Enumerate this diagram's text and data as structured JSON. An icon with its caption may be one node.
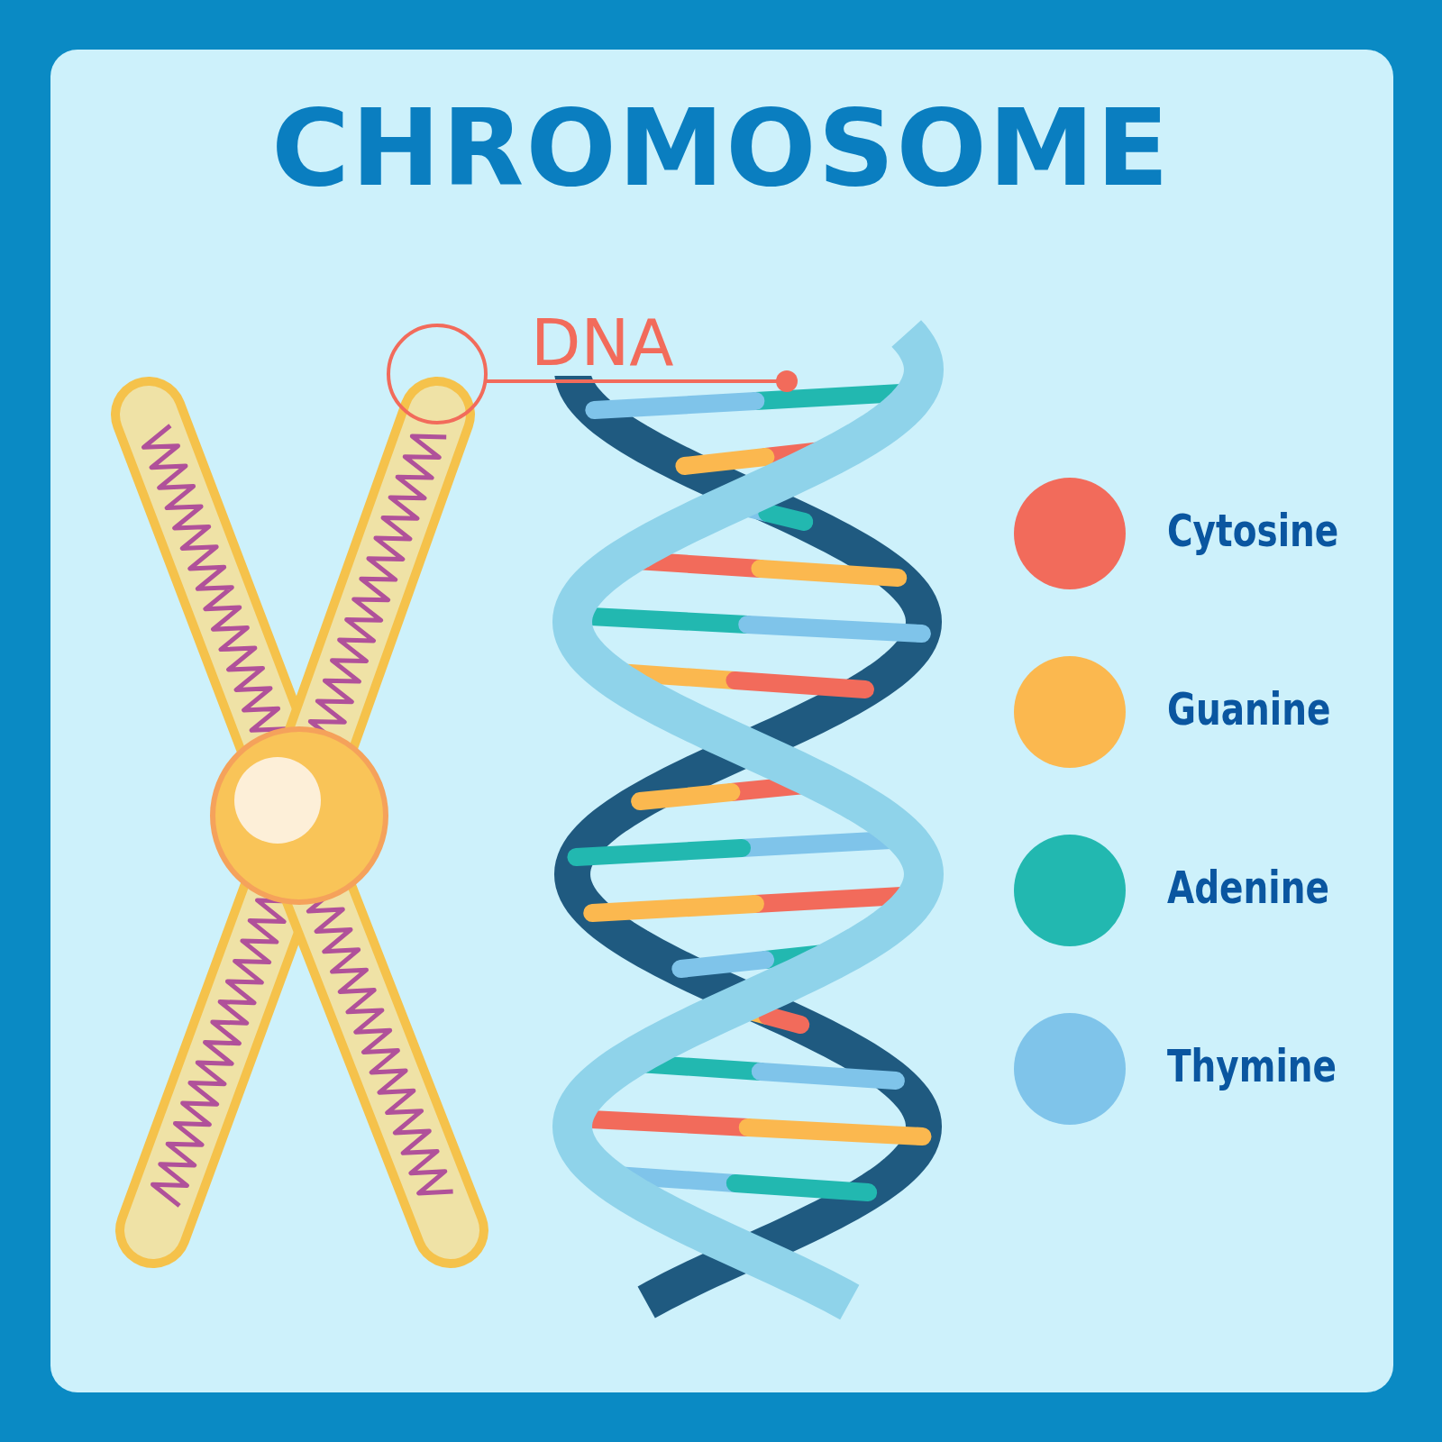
{
  "diagram": {
    "title": "CHROMOSOME",
    "nodes": [
      {
        "text": [],
        "shape": "circle"
      },
      {
        "text": [],
        "shape": "picture"
      }
    ],
    "edges": [
      {
        "from": 0,
        "to": 1,
        "arrow": "other",
        "label": "DNA",
        "color": "#f26b5b"
      }
    ],
    "legend": [
      {
        "text": "Cytosine",
        "color": "#f26b5b"
      },
      {
        "text": "Guanine",
        "color": "#fbb84f"
      },
      {
        "text": "Adenine",
        "color": "#22b8b0"
      },
      {
        "text": "Thymine",
        "color": "#7fc4ea"
      }
    ]
  }
}
